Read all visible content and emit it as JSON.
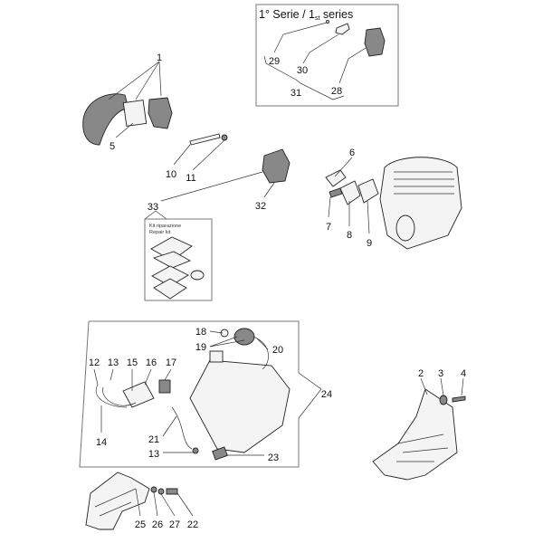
{
  "series_box": {
    "title_prefix": "1° Serie / 1",
    "title_sup": "st",
    "title_suffix": " series"
  },
  "repair_kit": {
    "line1": "Kit riparazione",
    "line2": "Repair kit"
  },
  "labels": {
    "p1": "1",
    "p2": "2",
    "p3": "3",
    "p4": "4",
    "p5": "5",
    "p6": "6",
    "p7": "7",
    "p8": "8",
    "p9": "9",
    "p10": "10",
    "p11": "11",
    "p12": "12",
    "p13a": "13",
    "p13b": "13",
    "p14": "14",
    "p15": "15",
    "p16": "16",
    "p17": "17",
    "p18": "18",
    "p19": "19",
    "p20": "20",
    "p21": "21",
    "p22": "22",
    "p23": "23",
    "p24": "24",
    "p25": "25",
    "p26": "26",
    "p27": "27",
    "p28": "28",
    "p29": "29",
    "p30": "30",
    "p31": "31",
    "p32": "32",
    "p33": "33"
  }
}
